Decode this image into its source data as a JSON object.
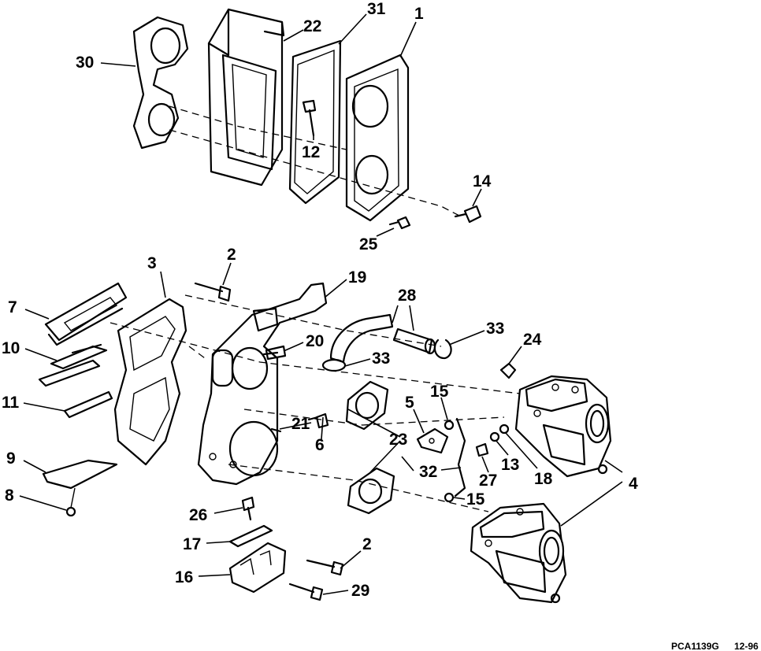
{
  "callouts": {
    "c1": "1",
    "c2a": "2",
    "c2b": "2",
    "c3": "3",
    "c4": "4",
    "c5": "5",
    "c6": "6",
    "c7": "7",
    "c8": "8",
    "c9": "9",
    "c10": "10",
    "c11": "11",
    "c12": "12",
    "c13": "13",
    "c14": "14",
    "c15a": "15",
    "c15b": "15",
    "c16": "16",
    "c17": "17",
    "c18": "18",
    "c19": "19",
    "c20": "20",
    "c21": "21",
    "c22": "22",
    "c23": "23",
    "c24": "24",
    "c25": "25",
    "c26": "26",
    "c27": "27",
    "c28": "28",
    "c29": "29",
    "c30": "30",
    "c31": "31",
    "c32": "32",
    "c33a": "33",
    "c33b": "33"
  },
  "footer": {
    "code": "PCA1139G",
    "date": "12-96"
  }
}
